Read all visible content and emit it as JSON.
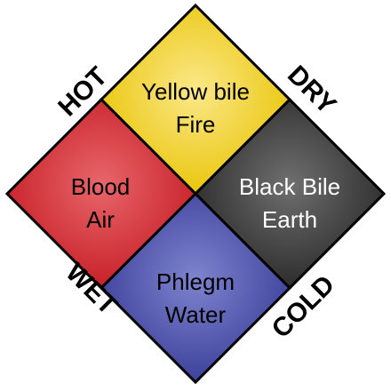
{
  "quadrants": {
    "top": {
      "line1": "Yellow bile",
      "line2": "Fire",
      "color": "#f1d21b",
      "text_color": "#000000"
    },
    "left": {
      "line1": "Blood",
      "line2": "Air",
      "color": "#d92f35",
      "text_color": "#000000"
    },
    "right": {
      "line1": "Black Bile",
      "line2": "Earth",
      "color": "#3c3c3c",
      "text_color": "#ffffff"
    },
    "bottom": {
      "line1": "Phlegm",
      "line2": "Water",
      "color": "#4a4fa6",
      "text_color": "#000000"
    }
  },
  "qualities": {
    "hot": "HOT",
    "dry": "DRY",
    "wet": "WET",
    "cold": "COLD"
  }
}
